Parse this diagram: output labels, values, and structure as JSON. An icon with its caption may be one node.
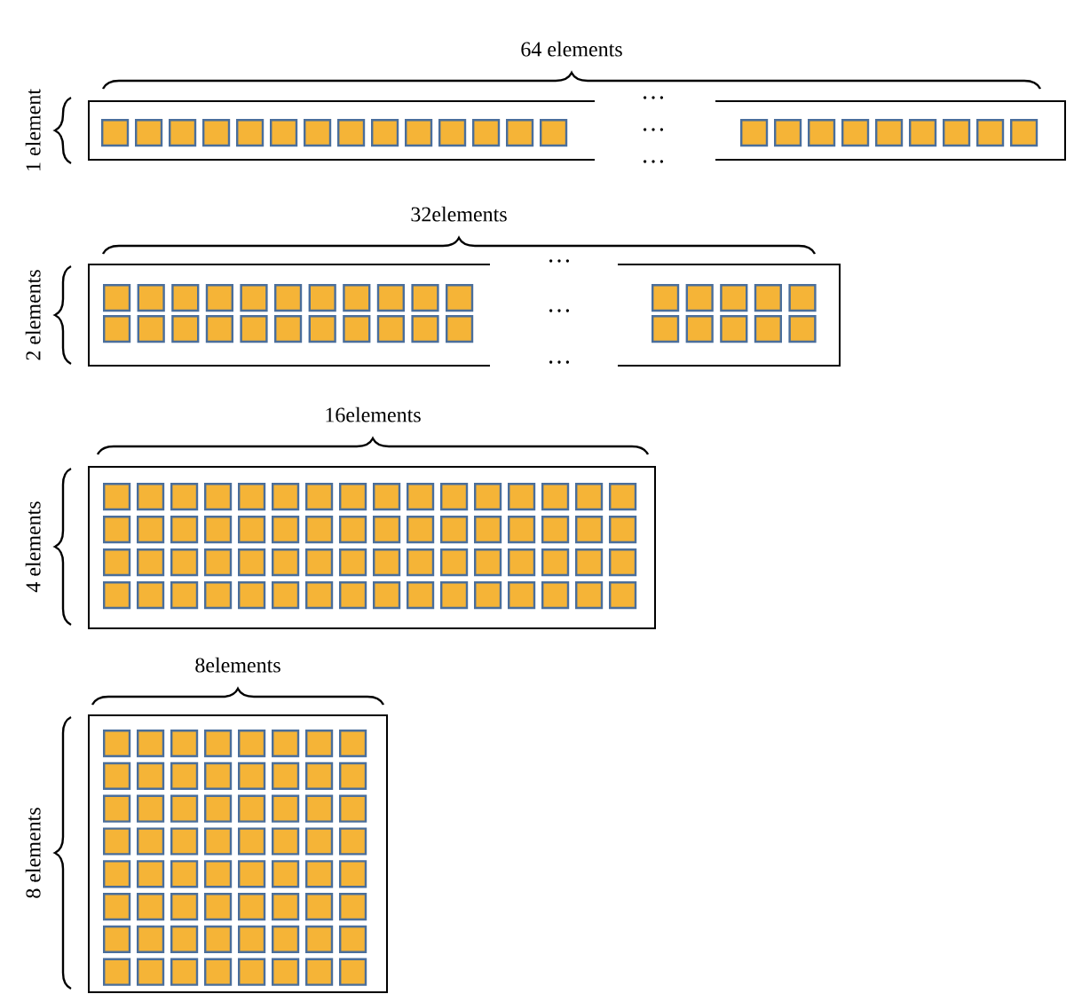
{
  "diagram": {
    "labels": [
      "64 elements",
      "1 element",
      "…",
      "…",
      "…",
      "32elements",
      "2 elements",
      "…",
      "…",
      "…",
      "16elements",
      "4 elements",
      "8elements",
      "8 elements"
    ]
  }
}
